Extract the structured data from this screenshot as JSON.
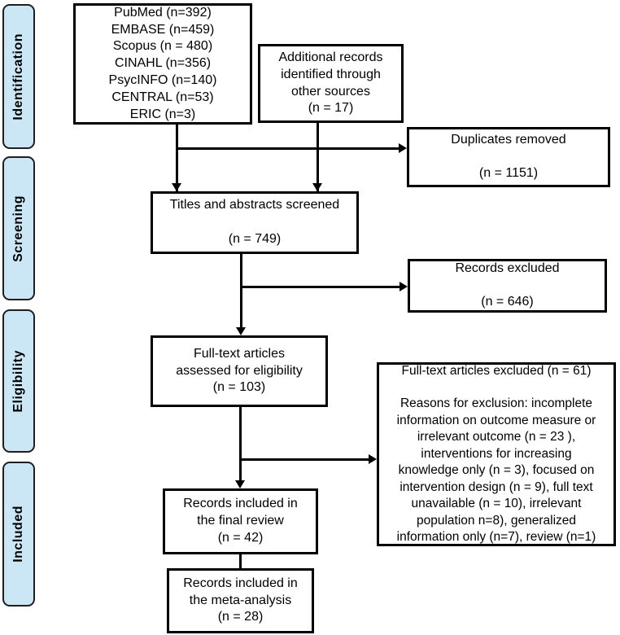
{
  "sidebar": {
    "items": [
      {
        "label": "Identification"
      },
      {
        "label": "Screening"
      },
      {
        "label": "Eligibility"
      },
      {
        "label": "Included"
      }
    ]
  },
  "boxes": {
    "databases": {
      "text": "PubMed (n=392)\nEMBASE (n=459)\nScopus (n = 480)\nCINAHL (n=356)\nPsycINFO (n=140)\nCENTRAL (n=53)\nERIC (n=3)"
    },
    "additional_sources": {
      "text": "Additional records\nidentified through\nother sources\n(n = 17)"
    },
    "duplicates_removed": {
      "text": "Duplicates removed\n\n(n = 1151)"
    },
    "titles_screened": {
      "text": "Titles and abstracts screened\n\n(n = 749)"
    },
    "records_excluded": {
      "text": "Records excluded\n\n(n = 646)"
    },
    "fulltext_assessed": {
      "text": "Full-text articles\nassessed for eligibility\n(n = 103)"
    },
    "fulltext_excluded": {
      "text": "Full-text articles excluded (n = 61)\n\nReasons for exclusion: incomplete\ninformation on outcome measure or\nirrelevant outcome (n = 23 ),\ninterventions for increasing\nknowledge only (n = 3), focused on\nintervention design  (n = 9), full text\nunavailable (n = 10), irrelevant\npopulation n=8), generalized\ninformation only (n=7), review (n=1)"
    },
    "final_review": {
      "text": "Records included in\nthe final review\n(n = 42)"
    },
    "meta_analysis": {
      "text": "Records included in\nthe meta-analysis\n(n = 28)"
    }
  },
  "colors": {
    "stage_fill": "#cbe7f6",
    "stage_border": "#1f1f1f",
    "box_border": "#000000",
    "line_color": "#000000",
    "background": "#ffffff"
  }
}
